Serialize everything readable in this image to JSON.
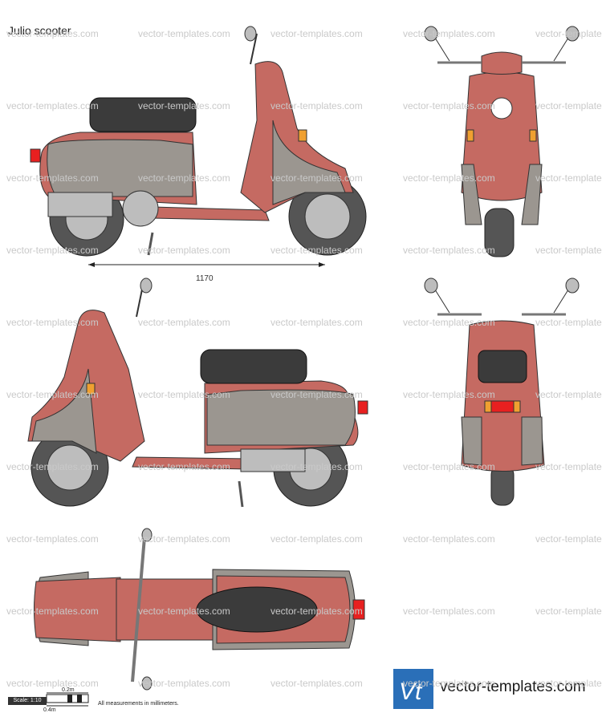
{
  "title": "Julio scooter",
  "watermark": "vector-templates.com",
  "dimension_length": "1170",
  "scale": {
    "box_label": "Scale: 1:10",
    "mark_short": "0.2m",
    "mark_long": "0.4m"
  },
  "measurement_note": "All measurements in millimeters.",
  "logo": {
    "mark": "Vt",
    "text": "vector-templates.com"
  },
  "colors": {
    "body": "#c56a62",
    "panel": "#9b9690",
    "seat": "#3b3b3b",
    "tire": "#555555",
    "chrome": "#bdbdbd",
    "amber": "#f0a030",
    "red": "#e82020",
    "logo_blue": "#2a6fb8"
  }
}
